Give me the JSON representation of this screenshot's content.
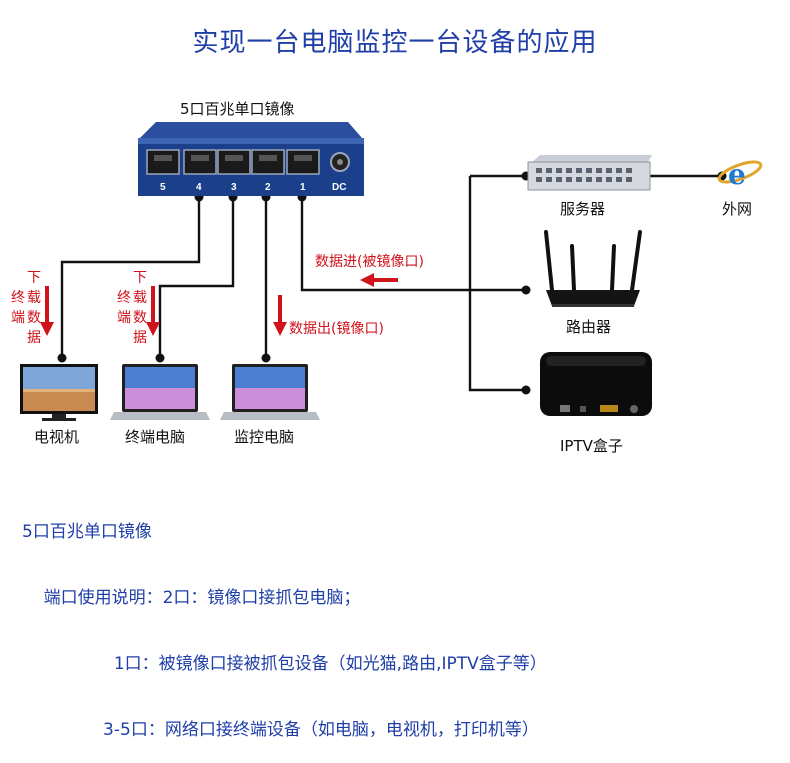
{
  "title": "实现一台电脑监控一台设备的应用",
  "switch": {
    "label": "5口百兆单口镜像",
    "ports": [
      "5",
      "4",
      "3",
      "2",
      "1"
    ],
    "dc": "DC"
  },
  "devices": {
    "server": "服务器",
    "internet": "外网",
    "router": "路由器",
    "iptv": "IPTV盒子",
    "tv": "电视机",
    "terminal_pc": "终端电脑",
    "monitor_pc": "监控电脑"
  },
  "annotations": {
    "data_in": "数据进(被镜像口)",
    "data_out": "数据出(镜像口)",
    "download_1": [
      "下",
      "载",
      "终",
      "端",
      "数",
      "据"
    ],
    "download_2": [
      "下",
      "载",
      "终",
      "端",
      "数",
      "据"
    ]
  },
  "notes": {
    "line1": "5口百兆单口镜像",
    "line2": "    端口使用说明：2口：镜像口接抓包电脑；",
    "line3": "                 1口：被镜像口接被抓包设备（如光猫,路由,IPTV盒子等）",
    "line4": "               3-5口：网络口接终端设备（如电脑，电视机，打印机等）"
  },
  "colors": {
    "title": "#1f3ea8",
    "annotation": "#d0121b",
    "switch_body": "#1c3f8c"
  }
}
